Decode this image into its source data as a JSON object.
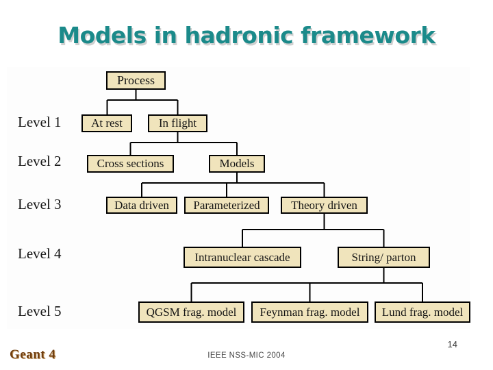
{
  "slide": {
    "title": "Models in hadronic framework",
    "footer": {
      "logo_text": "Geant 4",
      "conference": "IEEE NSS-MIC 2004",
      "page_number": "14"
    }
  },
  "colors": {
    "title_teal": "#1b8a8a",
    "node_fill": "#f0e4bc",
    "node_border": "#000000",
    "logo_brown": "#713f10"
  },
  "diagram": {
    "type": "tree",
    "root": "Process",
    "levels": [
      {
        "label": "Level 1",
        "nodes": [
          "At rest",
          "In flight"
        ]
      },
      {
        "label": "Level 2",
        "nodes": [
          "Cross sections",
          "Models"
        ]
      },
      {
        "label": "Level 3",
        "nodes": [
          "Data driven",
          "Parameterized",
          "Theory driven"
        ]
      },
      {
        "label": "Level 4",
        "nodes": [
          "Intranuclear cascade",
          "String/ parton"
        ]
      },
      {
        "label": "Level 5",
        "nodes": [
          "QGSM frag. model",
          "Feynman frag. model",
          "Lund frag. model"
        ]
      }
    ],
    "nodes": {
      "process": "Process",
      "at_rest": "At rest",
      "in_flight": "In flight",
      "cross_sections": "Cross sections",
      "models": "Models",
      "data_driven": "Data driven",
      "parameterized": "Parameterized",
      "theory_driven": "Theory driven",
      "intranuclear_cascade": "Intranuclear cascade",
      "string_parton": "String/ parton",
      "qgsm_frag_model": "QGSM frag. model",
      "feynman_frag_model": "Feynman frag. model",
      "lund_frag_model": "Lund frag. model"
    },
    "edges": [
      [
        "Process",
        "At rest"
      ],
      [
        "Process",
        "In flight"
      ],
      [
        "In flight",
        "Cross sections"
      ],
      [
        "In flight",
        "Models"
      ],
      [
        "Models",
        "Data driven"
      ],
      [
        "Models",
        "Parameterized"
      ],
      [
        "Models",
        "Theory driven"
      ],
      [
        "Theory driven",
        "Intranuclear cascade"
      ],
      [
        "Theory driven",
        "String/ parton"
      ],
      [
        "String/ parton",
        "QGSM frag. model"
      ],
      [
        "String/ parton",
        "Feynman frag. model"
      ],
      [
        "String/ parton",
        "Lund frag. model"
      ]
    ]
  }
}
